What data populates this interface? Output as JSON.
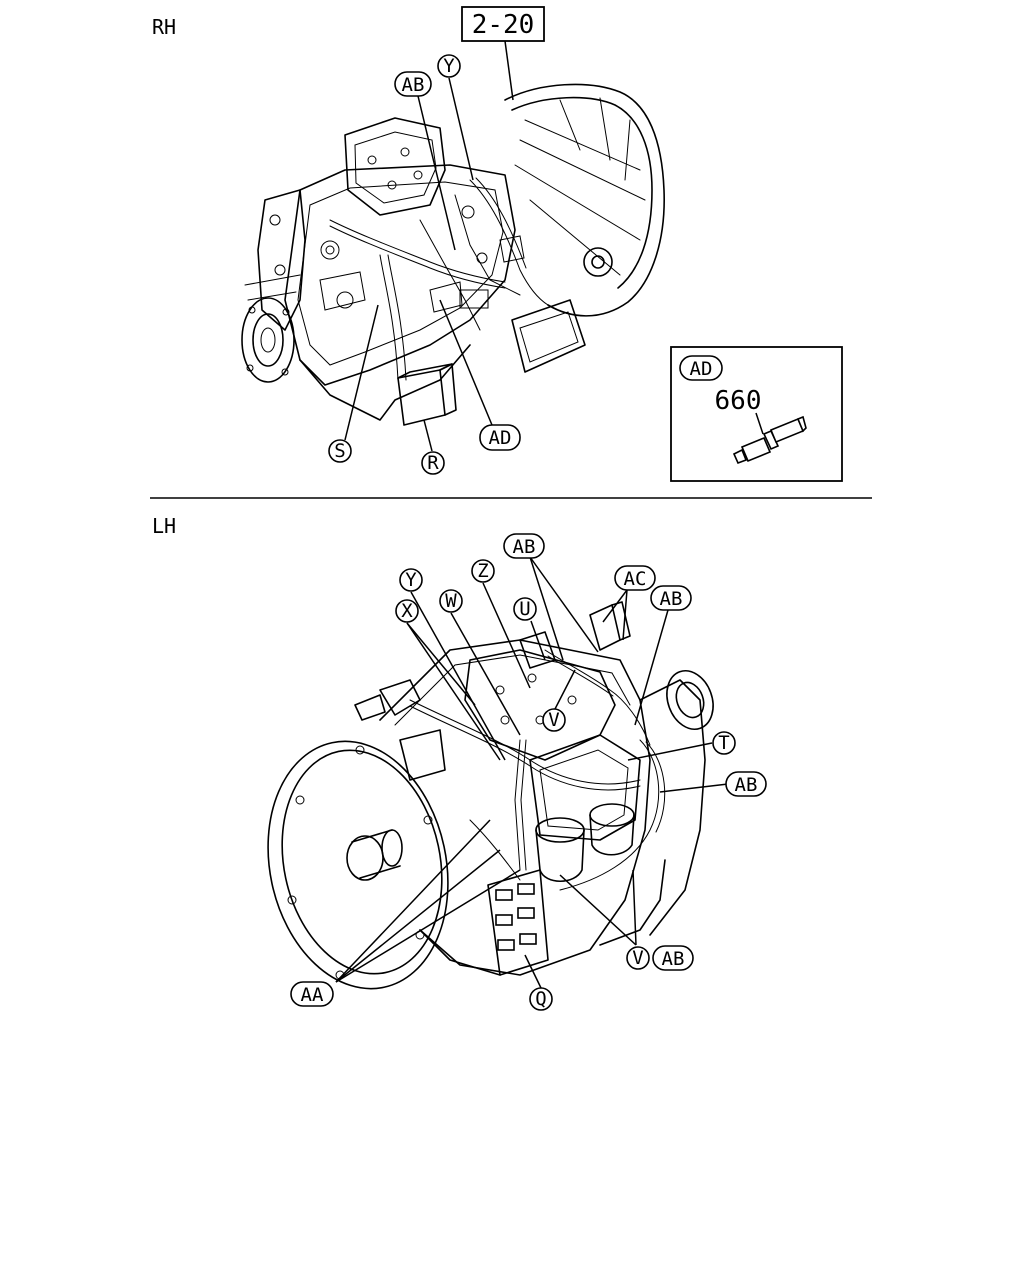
{
  "diagram": {
    "ref_box": "2-20",
    "rh": {
      "heading": "RH",
      "callouts": {
        "ab": "AB",
        "y": "Y",
        "s": "S",
        "r": "R",
        "ad": "AD"
      },
      "detail": {
        "label": "AD",
        "part_number": "660"
      }
    },
    "lh": {
      "heading": "LH",
      "callouts": {
        "ab_top": "AB",
        "ac": "AC",
        "ab_right_top": "AB",
        "y": "Y",
        "z": "Z",
        "x": "X",
        "w": "W",
        "u": "U",
        "v_mid": "V",
        "t": "T",
        "ab_right": "AB",
        "v_bottom": "V",
        "ab_bottom": "AB",
        "aa": "AA",
        "q": "Q"
      }
    }
  }
}
